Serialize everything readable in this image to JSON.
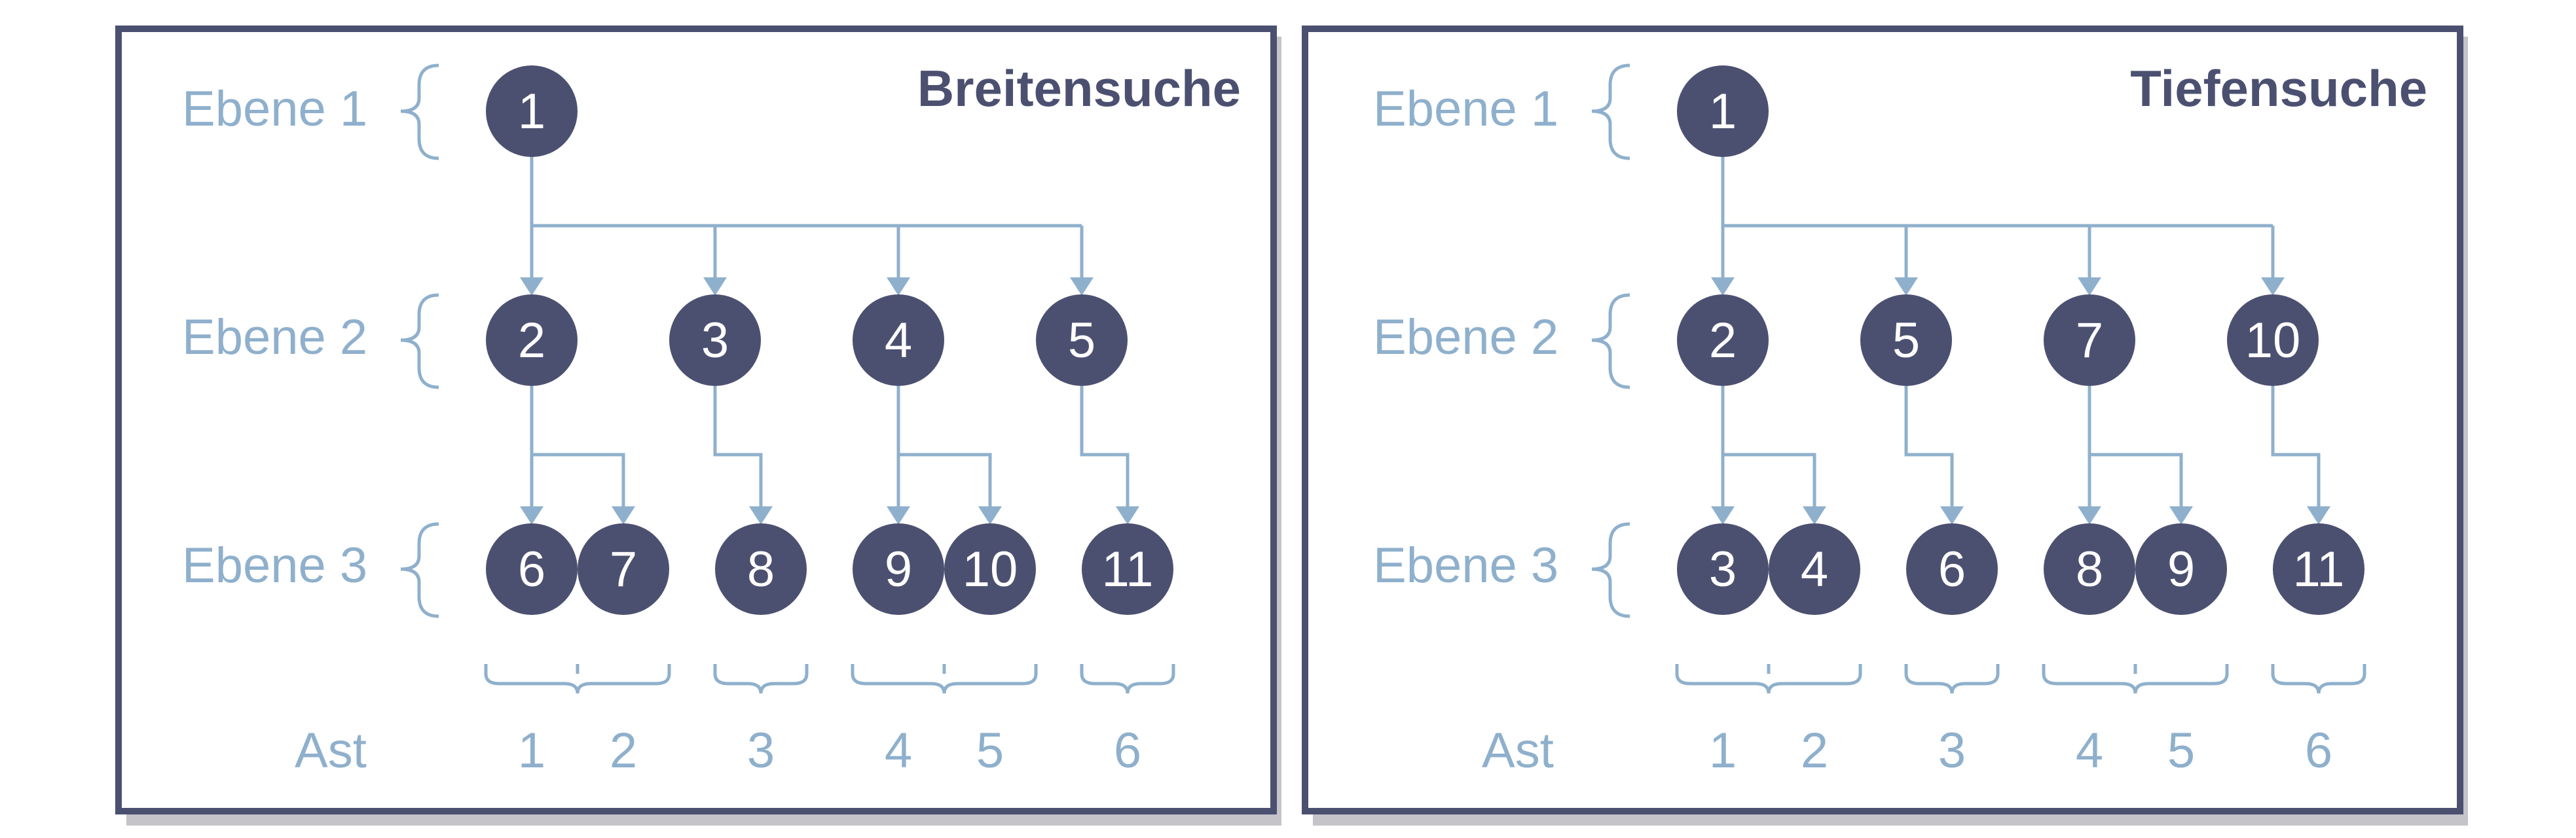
{
  "colors": {
    "frame": "#4c5070",
    "node_fill": "#4c5070",
    "node_text": "#ffffff",
    "line": "#8fb0cc",
    "label": "#8fb0cc",
    "shadow": "#c4c4c9"
  },
  "level_labels": [
    "Ebene 1",
    "Ebene 2",
    "Ebene 3"
  ],
  "ast_label": "Ast",
  "branch_numbers": [
    "1",
    "2",
    "3",
    "4",
    "5",
    "6"
  ],
  "panels": [
    {
      "title": "Breitensuche",
      "level1": [
        "1"
      ],
      "level2": [
        "2",
        "3",
        "4",
        "5"
      ],
      "level3": [
        "6",
        "7",
        "8",
        "9",
        "10",
        "11"
      ]
    },
    {
      "title": "Tiefensuche",
      "level1": [
        "1"
      ],
      "level2": [
        "2",
        "5",
        "7",
        "10"
      ],
      "level3": [
        "3",
        "4",
        "6",
        "8",
        "9",
        "11"
      ]
    }
  ]
}
